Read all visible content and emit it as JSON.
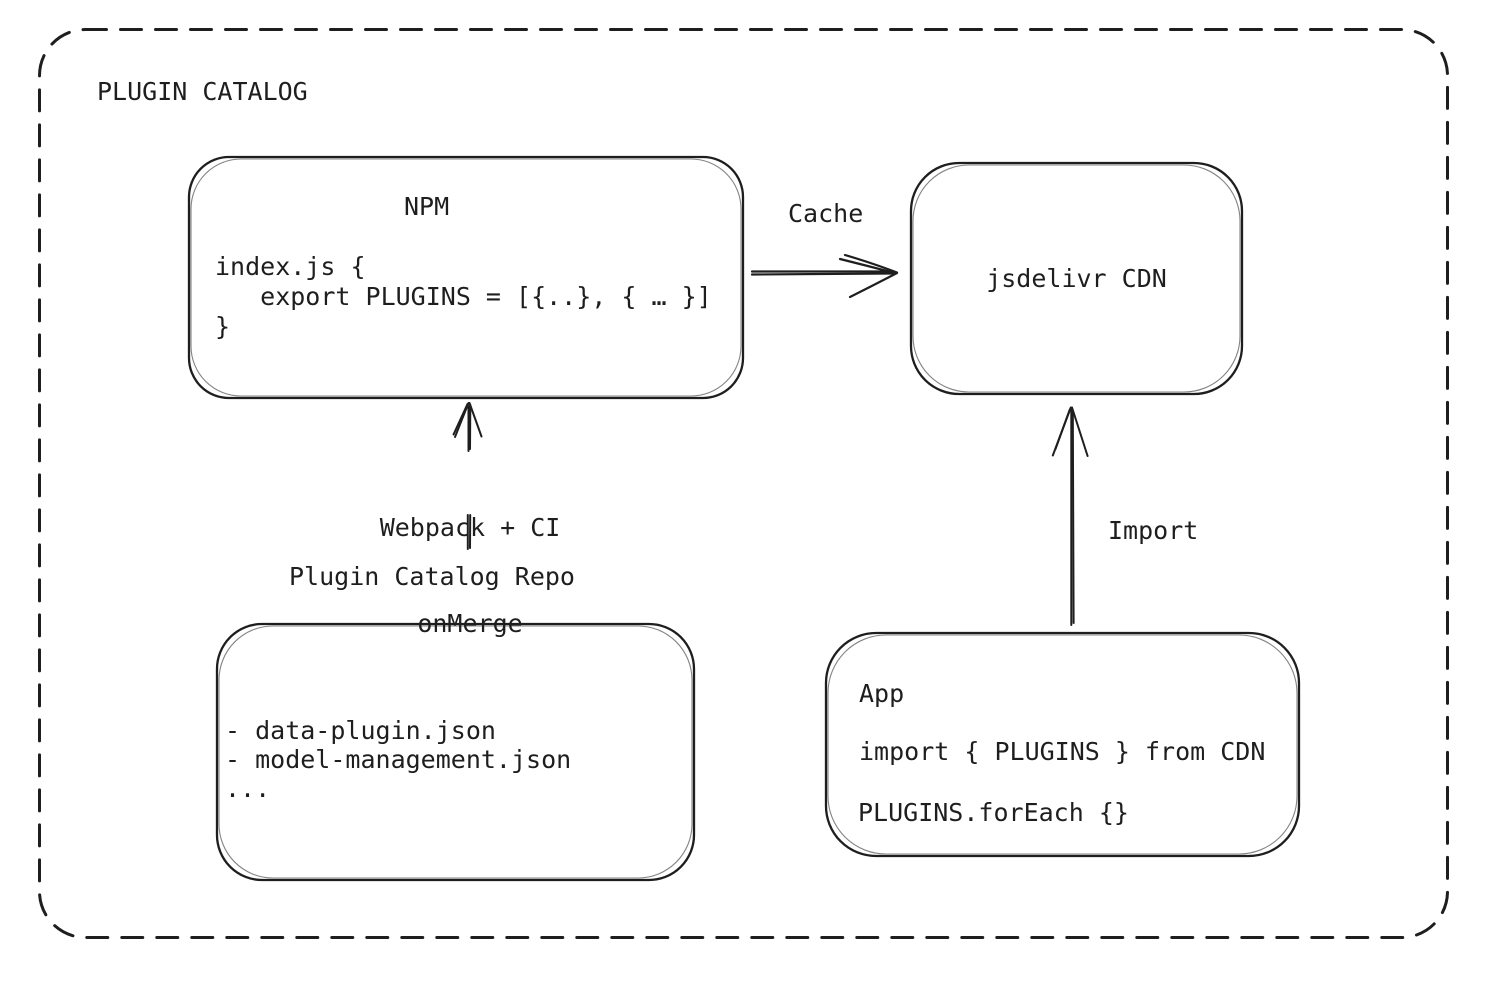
{
  "colors": {
    "ink": "#1e1e1e",
    "background": "#ffffff"
  },
  "frame": {
    "title": "PLUGIN CATALOG"
  },
  "nodes": {
    "npm": {
      "title": "NPM",
      "code": [
        "index.js {",
        "   export PLUGINS = [{..}, { … }]",
        "}"
      ]
    },
    "cdn": {
      "label": "jsdelivr CDN"
    },
    "repo": {
      "label": "Plugin Catalog Repo",
      "files": [
        "- data-plugin.json",
        "- model-management.json",
        "..."
      ]
    },
    "app": {
      "title": "App",
      "code": [
        "import { PLUGINS } from CDN",
        "PLUGINS.forEach {}"
      ]
    }
  },
  "edges": {
    "cache": {
      "label": "Cache",
      "from": "NPM",
      "to": "jsdelivr CDN"
    },
    "build": {
      "label_lines": [
        "Webpack + CI",
        "onMerge"
      ],
      "from": "Plugin Catalog Repo",
      "to": "NPM"
    },
    "import": {
      "label": "Import",
      "from": "App",
      "to": "jsdelivr CDN"
    }
  }
}
